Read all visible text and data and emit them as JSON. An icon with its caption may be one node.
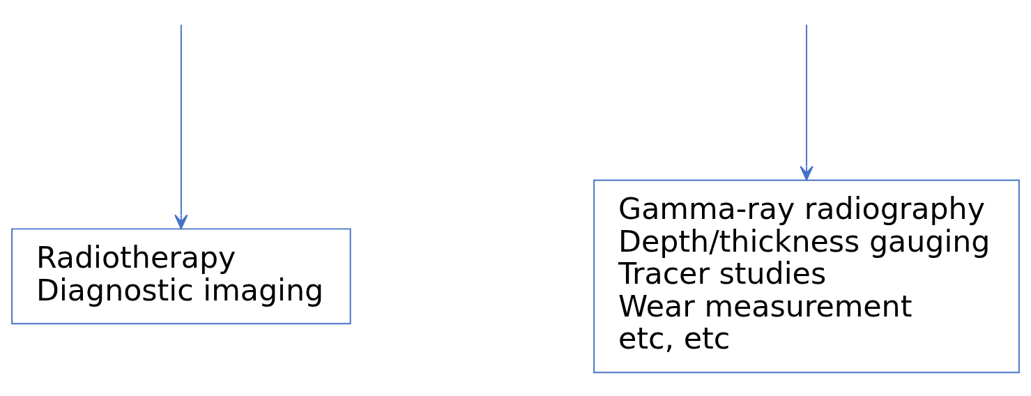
{
  "diagram": {
    "nodes": [
      {
        "text": [
          "Radiotherapy",
          "Diagnostic imaging"
        ]
      },
      {
        "text": [
          "Gamma-ray radiography",
          "Depth/thickness gauging",
          "Tracer studies",
          "Wear measurement",
          "etc, etc"
        ]
      }
    ],
    "edges": [
      {
        "from": null,
        "to": 0,
        "arrow": "to"
      },
      {
        "from": null,
        "to": 1,
        "arrow": "to"
      }
    ]
  }
}
